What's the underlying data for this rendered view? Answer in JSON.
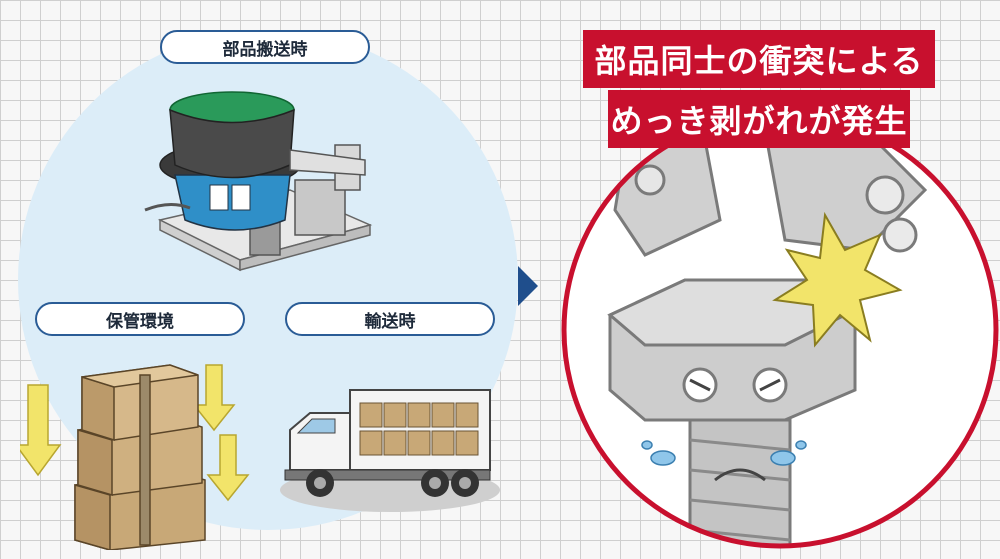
{
  "labels": {
    "transport_pill": "部品搬送時",
    "storage_pill": "保管環境",
    "shipping_pill": "輸送時"
  },
  "banner": {
    "line1": "部品同士の衝突による",
    "line2": "めっき剥がれが発生"
  },
  "colors": {
    "banner_red": "#c8102e",
    "circle_blue": "#dcedf8",
    "pill_border": "#2a5c96",
    "arrow_blue": "#1f4e8c",
    "arrow_yellow": "#f2e46a",
    "box_tan": "#c8a877"
  },
  "icons": [
    "parts-feeder-icon",
    "cardboard-box-stack-icon",
    "down-arrow-icon",
    "truck-icon",
    "bolt-character-icon",
    "impact-burst-icon",
    "tear-drop-icon"
  ]
}
